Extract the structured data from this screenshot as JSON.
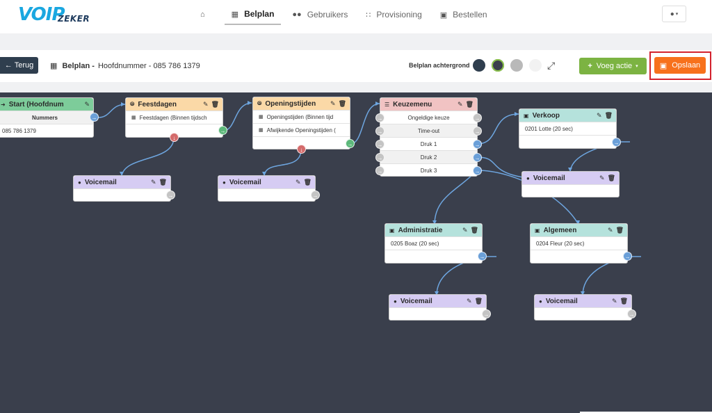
{
  "logo": {
    "main": "VOIP",
    "sub": "ZEKER"
  },
  "nav": {
    "home_icon": "home-icon",
    "items": [
      {
        "label": "Belplan",
        "icon": "sitemap-icon"
      },
      {
        "label": "Gebruikers",
        "icon": "users-icon"
      },
      {
        "label": "Provisioning",
        "icon": "network-icon"
      },
      {
        "label": "Bestellen",
        "icon": "cart-icon"
      }
    ],
    "user_icon": "user-icon"
  },
  "toolbar": {
    "back_label": "Terug",
    "crumb_title": "Belplan -",
    "crumb_subtitle": "Hoofdnummer - 085 786 1379",
    "background_label": "Belplan achtergrond",
    "background_colors": [
      "#2f3e4e",
      "#3a3f4c",
      "#b9b9b9",
      "#f2f2f2"
    ],
    "add_label": "Voeg actie",
    "save_label": "Opslaan"
  },
  "canvas": {
    "background": "#3a3f4c",
    "nodes": {
      "start": {
        "title": "Start (Hoofdnum",
        "rows": [
          "Nummers",
          "085 786 1379"
        ]
      },
      "feestdagen": {
        "title": "Feestdagen",
        "rows": [
          "Feestdagen (Binnen tijdsch"
        ]
      },
      "openingstijden": {
        "title": "Openingstijden",
        "rows": [
          "Openingstijden (Binnen tijd",
          "Afwijkende Openingstijden ("
        ]
      },
      "keuzemenu": {
        "title": "Keuzemenu",
        "rows": [
          "Ongeldige keuze",
          "Time-out",
          "Druk 1",
          "Druk 2",
          "Druk 3"
        ]
      },
      "verkoop": {
        "title": "Verkoop",
        "rows": [
          "0201 Lotte (20 sec)"
        ]
      },
      "voicemail1": {
        "title": "Voicemail"
      },
      "voicemail2": {
        "title": "Voicemail"
      },
      "voicemail3": {
        "title": "Voicemail"
      },
      "administratie": {
        "title": "Administratie",
        "rows": [
          "0205 Boaz (20 sec)"
        ]
      },
      "algemeen": {
        "title": "Algemeen",
        "rows": [
          "0204 Fleur (20 sec)"
        ]
      },
      "voicemail4": {
        "title": "Voicemail"
      },
      "voicemail5": {
        "title": "Voicemail"
      }
    }
  }
}
